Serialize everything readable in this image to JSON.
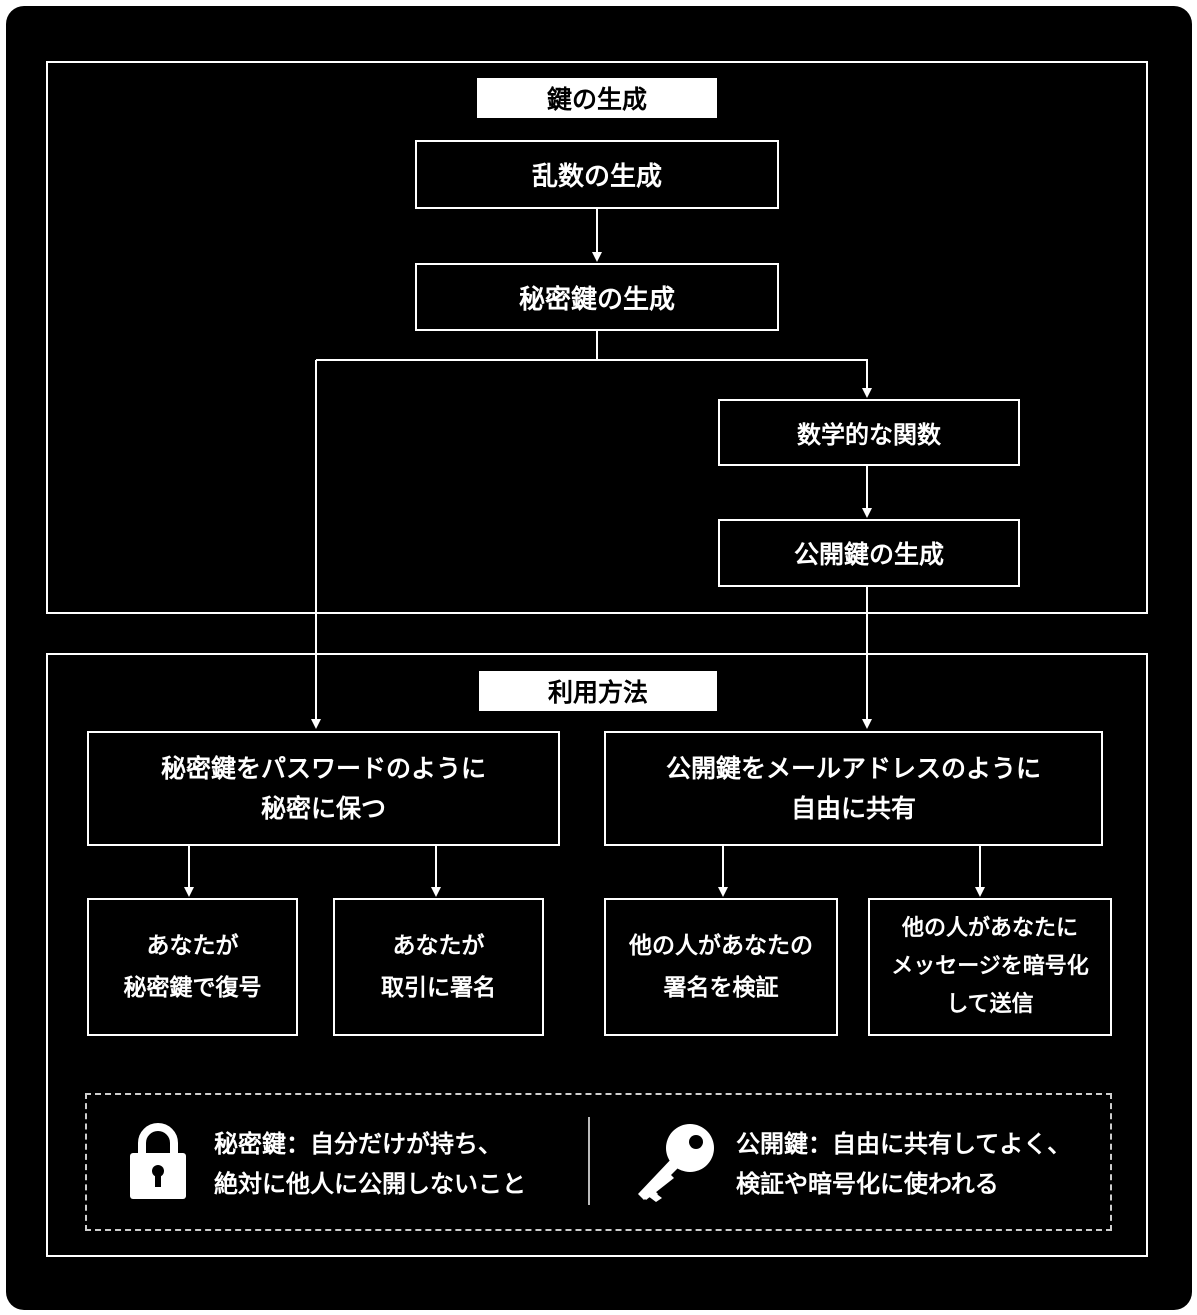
{
  "generation": {
    "title": "鍵の生成",
    "random": "乱数の生成",
    "private_key": "秘密鍵の生成",
    "function": "数学的な関数",
    "public_key": "公開鍵の生成"
  },
  "usage": {
    "title": "利用方法",
    "private_main": "秘密鍵をパスワードのように\n秘密に保つ",
    "public_main": "公開鍵をメールアドレスのように\n自由に共有",
    "private_decrypt": "あなたが\n秘密鍵で復号",
    "private_sign": "あなたが\n取引に署名",
    "public_verify": "他の人があなたの\n署名を検証",
    "public_encrypt": "他の人があなたに\nメッセージを暗号化\nして送信"
  },
  "legend": {
    "private": "秘密鍵：自分だけが持ち、\n絶対に他人に公開しないこと",
    "public": "公開鍵：自由に共有してよく、\n検証や暗号化に使われる",
    "private_icon": "lock-icon",
    "public_icon": "key-icon"
  }
}
